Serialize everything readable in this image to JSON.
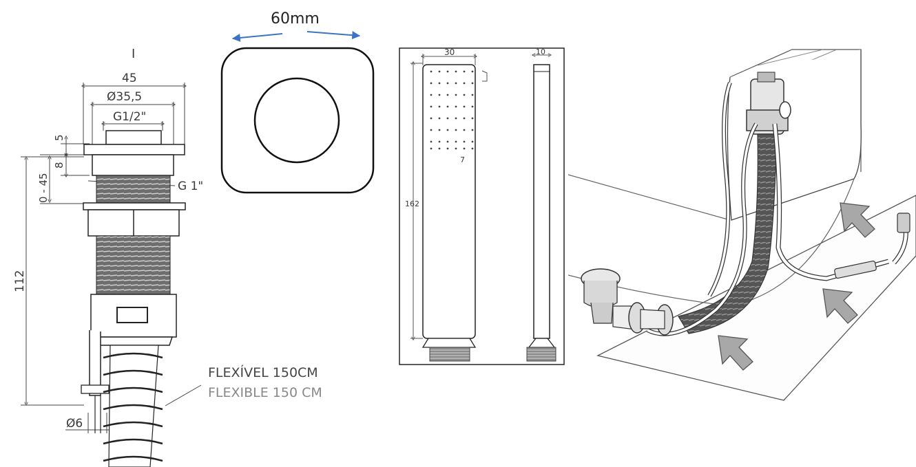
{
  "valve": {
    "top_mark": "I",
    "dim_45": "45",
    "dim_35": "Ø35,5",
    "dim_g12": "G1/2\"",
    "dim_5": "5",
    "dim_8": "8",
    "dim_0_45": "0 - 45",
    "dim_g1": "G 1\"",
    "dim_112": "112",
    "dim_6": "Ø6",
    "hose_label_pt": "FLEXÍVEL 150CM",
    "hose_label_es": "FLEXIBLE 150 CM"
  },
  "plate": {
    "width_label": "60mm",
    "arrow_color": "#3b74c4"
  },
  "handshower": {
    "dim_30": "30",
    "dim_10": "10",
    "dim_162": "162",
    "dim_7": "7"
  },
  "install": {
    "arrow_fill": "#a8a8a8"
  }
}
